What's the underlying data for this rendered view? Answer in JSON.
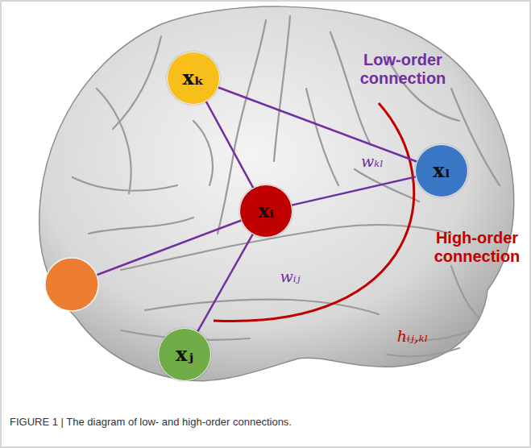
{
  "diagram": {
    "caption": "FIGURE 1 | The diagram of low- and high-order connections.",
    "nodes": [
      {
        "text": [
          "xₖ"
        ]
      },
      {
        "text": [
          "xᵢ"
        ]
      },
      {
        "text": [
          "xₗ"
        ]
      },
      {
        "text": [
          "xⱼ"
        ]
      }
    ],
    "edges": [
      {
        "from": 0,
        "to": 1,
        "arrow": "none"
      },
      {
        "from": 0,
        "to": 2,
        "label": "wₖₗ",
        "arrow": "none"
      },
      {
        "from": 1,
        "to": 2,
        "arrow": "none"
      },
      {
        "from": 1,
        "to": 3,
        "label": "wᵢⱼ",
        "arrow": "none"
      }
    ],
    "labels": [
      "Low-order connection",
      "High-order connection",
      "hᵢⱼ,ₖₗ"
    ]
  }
}
